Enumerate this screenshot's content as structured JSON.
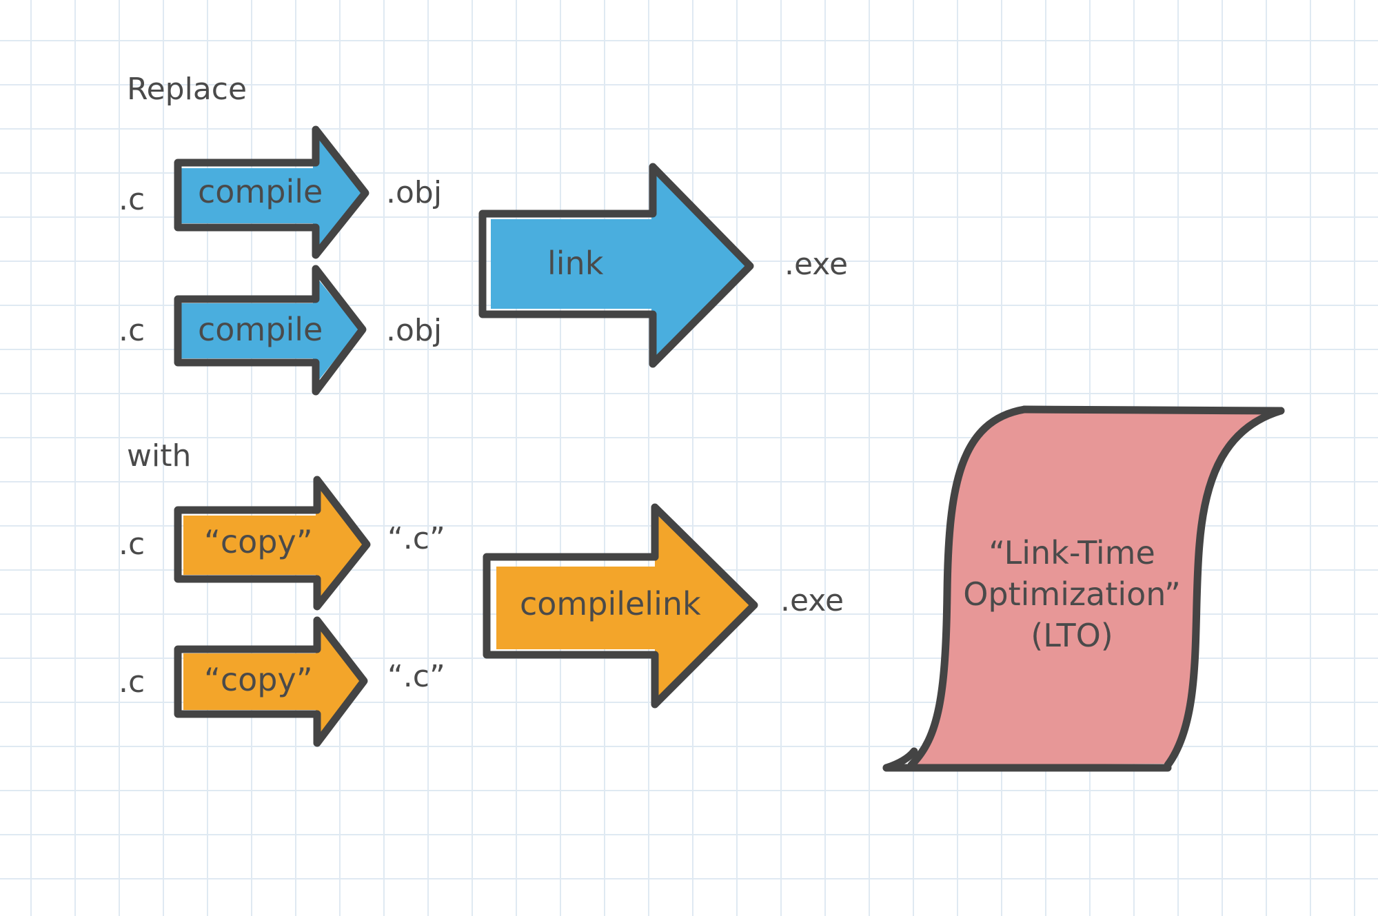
{
  "section_replace": {
    "label": "Replace"
  },
  "section_with": {
    "label": "with"
  },
  "replace_row_1": {
    "input": ".c",
    "step": "compile",
    "output": ".obj"
  },
  "replace_row_2": {
    "input": ".c",
    "step": "compile",
    "output": ".obj"
  },
  "replace_link": {
    "step": "link",
    "output": ".exe"
  },
  "with_row_1": {
    "input": ".c",
    "step": "“copy”",
    "output": "“.c”"
  },
  "with_row_2": {
    "input": ".c",
    "step": "“copy”",
    "output": "“.c”"
  },
  "with_link": {
    "step": "compilelink",
    "output": ".exe"
  },
  "lto_note": {
    "line1": "“Link-Time",
    "line2": "Optimization”",
    "line3": "(LTO)"
  },
  "colors": {
    "blue_arrow": "#4aaede",
    "orange_arrow": "#f3a52a",
    "lto_fill": "#e79797",
    "outline": "#444444",
    "text": "#4a4a4a",
    "grid": "#dfe9f2"
  }
}
